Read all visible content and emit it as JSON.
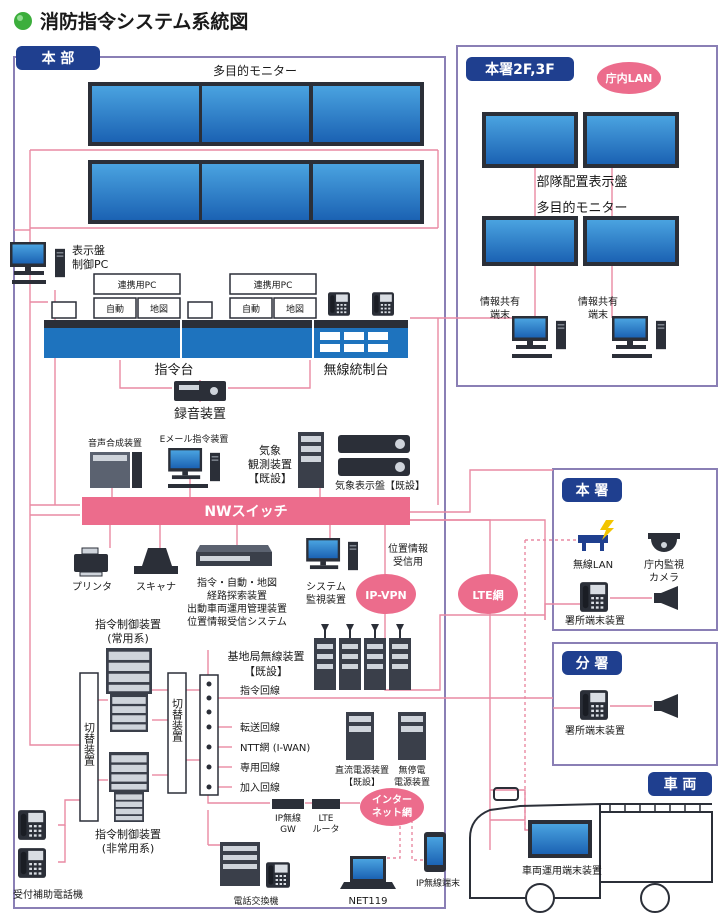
{
  "title": "消防指令システム系統図",
  "colors": {
    "navy": "#1f3f8f",
    "blue": "#1e73be",
    "pink": "#ec6c8c",
    "line": "#e98aa3",
    "lilac": "#8a7fb5",
    "green": "#3cae3c"
  },
  "sections": {
    "honbu": "本 部",
    "honsho23": "本署2F,3F",
    "honsho": "本 署",
    "bunsho": "分 署",
    "sharyo": "車 両"
  },
  "labels": {
    "multi_monitor": "多目的モニター",
    "display_pc_1": "表示盤",
    "display_pc_2": "制御PC",
    "renkei_pc": "連携用PC",
    "jido": "自動",
    "chizu": "地図",
    "shireidai": "指令台",
    "musen_tosei": "無線統制台",
    "rokuon": "録音装置",
    "onsei": "音声合成装置",
    "email": "Eメール指令装置",
    "kisho_1": "気象",
    "kisho_2": "観測装置",
    "kisho_3": "【既設】",
    "kisho_hyoji": "気象表示盤【既設】",
    "nw_switch": "NWスイッチ",
    "printer": "プリンタ",
    "scanner": "スキャナ",
    "tansaku_1": "指令・自動・地図",
    "tansaku_2": "経路探索装置",
    "tansaku_3": "出動車両運用管理装置",
    "tansaku_4": "位置情報受信システム",
    "system_1": "システム",
    "system_2": "監視装置",
    "ichi_1": "位置情報",
    "ichi_2": "受信用",
    "ipvpn": "IP-VPN",
    "lte": "LTE網",
    "seigyo_jo_1": "指令制御装置",
    "seigyo_jo_2": "(常用系)",
    "seigyo_hi_1": "指令制御装置",
    "seigyo_hi_2": "(非常用系)",
    "kirikae": "切替装置",
    "kichikyoku_1": "基地局無線装置",
    "kichikyoku_2": "【既設】",
    "shirei_kaisen": "指令回線",
    "tenso": "転送回線",
    "ntt": "NTT網 (I-WAN)",
    "senyo": "専用回線",
    "kanyu": "加入回線",
    "chokuryu_1": "直流電源装置",
    "chokuryu_2": "【既設】",
    "muteiden_1": "無停電",
    "muteiden_2": "電源装置",
    "ip_gw_1": "IP無線",
    "ip_gw_2": "GW",
    "lte_router_1": "LTE",
    "lte_router_2": "ルータ",
    "internet_1": "インター",
    "internet_2": "ネット網",
    "uketsuke": "受付補助電話機",
    "denwa_kokanki": "電話交換機",
    "net119": "NET119",
    "ip_musen_tanmatsu": "IP無線端末",
    "chonai_lan": "庁内LAN",
    "butai": "部隊配置表示盤",
    "joho_1": "情報共有",
    "joho_2": "端末",
    "musen_lan": "無線LAN",
    "kanshi_1": "庁内監視",
    "kanshi_2": "カメラ",
    "shosho_tanmatsu": "署所端末装置",
    "sharyo_tanmatsu": "車両運用端末装置"
  }
}
